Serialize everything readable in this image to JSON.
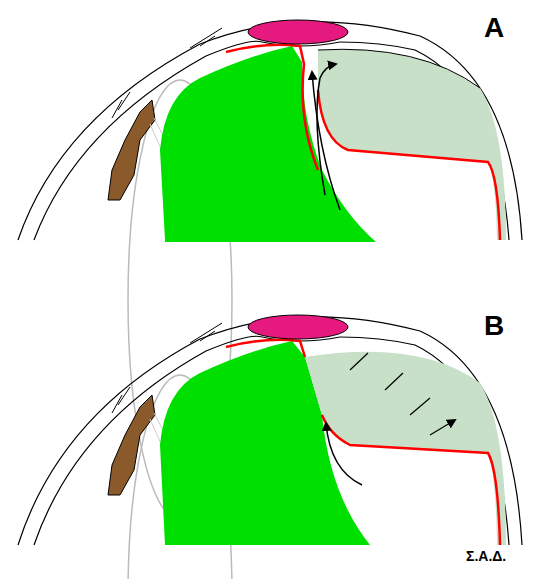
{
  "diagram": {
    "labels": [
      "A",
      "B",
      "Σ.Α.Δ."
    ]
  }
}
